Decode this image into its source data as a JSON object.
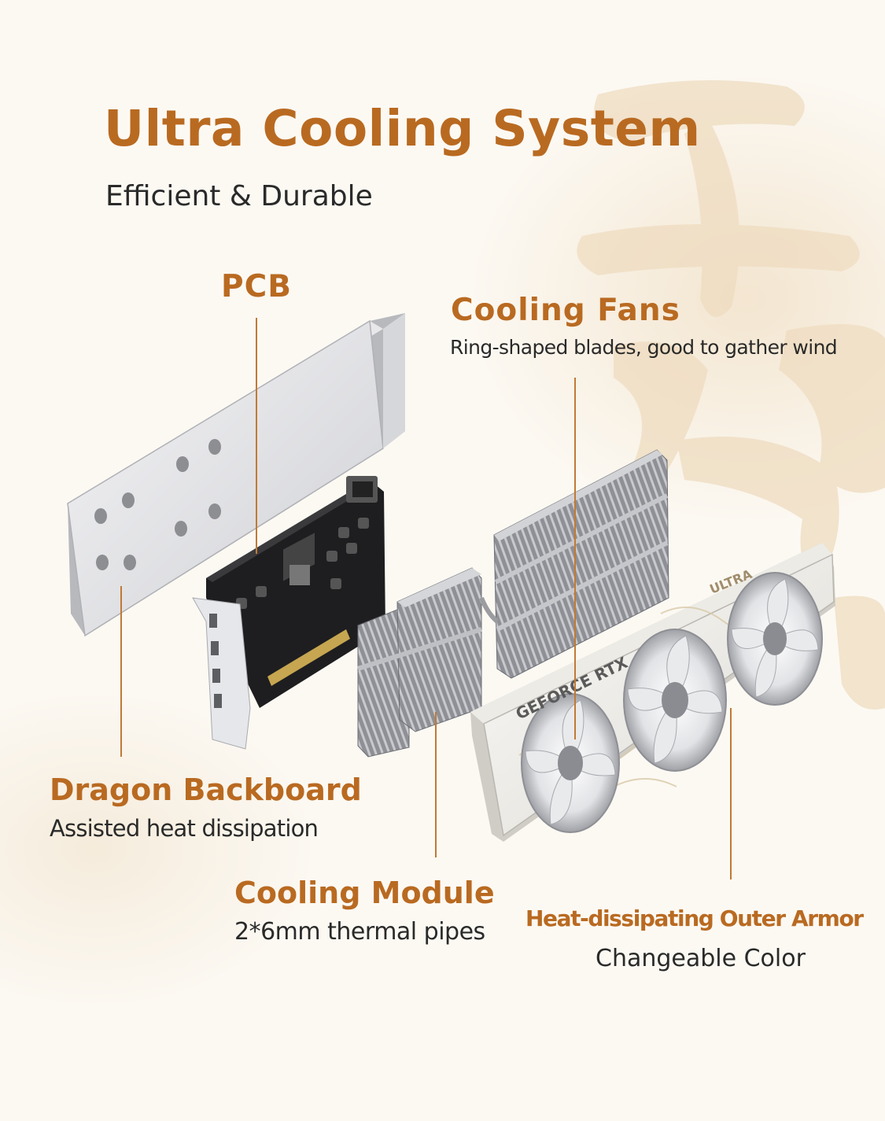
{
  "header": {
    "title": "Ultra Cooling System",
    "subtitle": "Efficient & Durable"
  },
  "components": {
    "pcb": {
      "label": "PCB"
    },
    "cooling_fans": {
      "label": "Cooling Fans",
      "desc": "Ring-shaped blades, good to gather wind"
    },
    "dragon_backboard": {
      "label": "Dragon Backboard",
      "desc": "Assisted heat dissipation"
    },
    "cooling_module": {
      "label": "Cooling Module",
      "desc": "2*6mm thermal pipes"
    },
    "outer_armor": {
      "label": "Heat-dissipating Outer Armor",
      "desc": "Changeable Color"
    }
  },
  "product": {
    "shroud_text": "GEFORCE RTX",
    "badge_text": "ULTRA"
  },
  "colors": {
    "accent": "#b96a21",
    "text": "#2a2a2a",
    "background": "#fcf9f3",
    "leader": "#c17a35"
  }
}
